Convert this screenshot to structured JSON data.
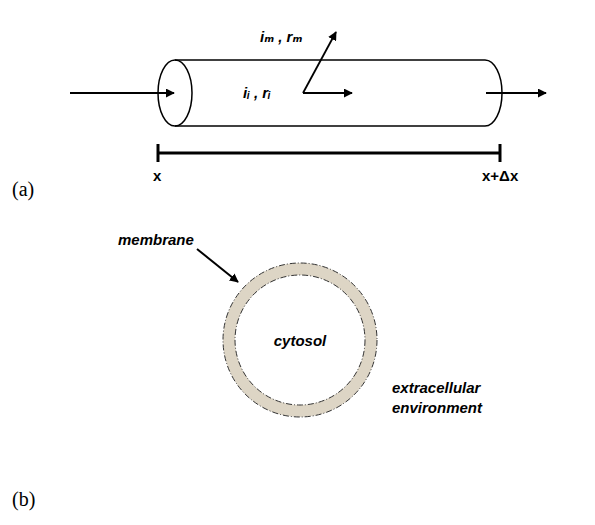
{
  "diagram": {
    "nodes": [
      {
        "text": [
          "iᵢ , rᵢ",
          "iₘ , rₘ"
        ]
      },
      {
        "text": [
          "cytosol"
        ]
      }
    ],
    "labels": [
      "x",
      "x+Δx",
      "(a)",
      "membrane",
      "extracellular environment",
      "(b)"
    ]
  }
}
